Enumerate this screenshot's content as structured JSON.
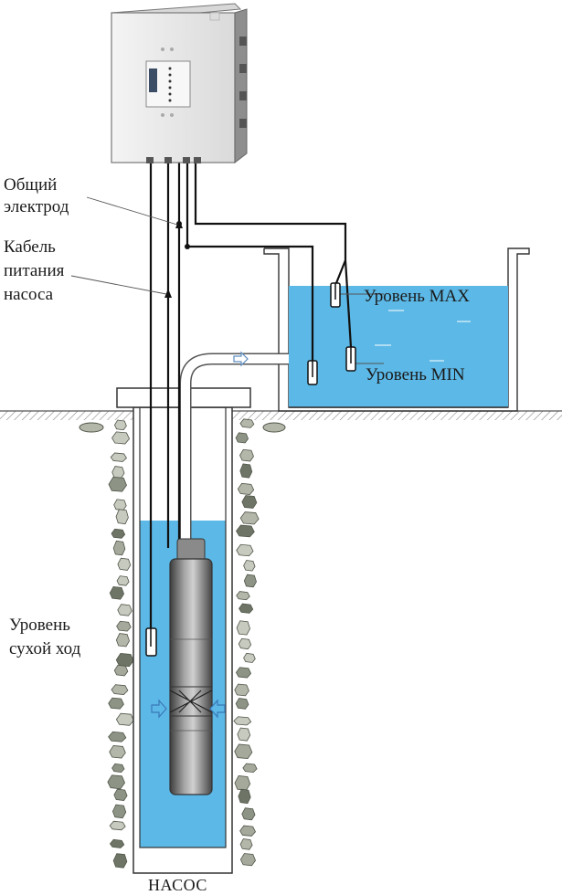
{
  "labels": {
    "common_electrode_line1": "Общий",
    "common_electrode_line2": "электрод",
    "power_cable_line1": "Кабель",
    "power_cable_line2": "питания",
    "power_cable_line3": "насоса",
    "level_max": "Уровень MAX",
    "level_min": "Уровень MIN",
    "dry_run_line1": "Уровень",
    "dry_run_line2": "сухой ход",
    "pump": "НАСОС"
  },
  "colors": {
    "water": "#5cb8e6",
    "ground": "#b8b8b8",
    "cable": "#111111",
    "control_box": "#ebebeb",
    "stone": "#8d9485"
  },
  "icons": {
    "control_box": "control-panel-icon",
    "float_sensor": "electrode-probe-icon",
    "pump": "submersible-pump-icon",
    "flow_arrow": "flow-arrow-icon"
  }
}
